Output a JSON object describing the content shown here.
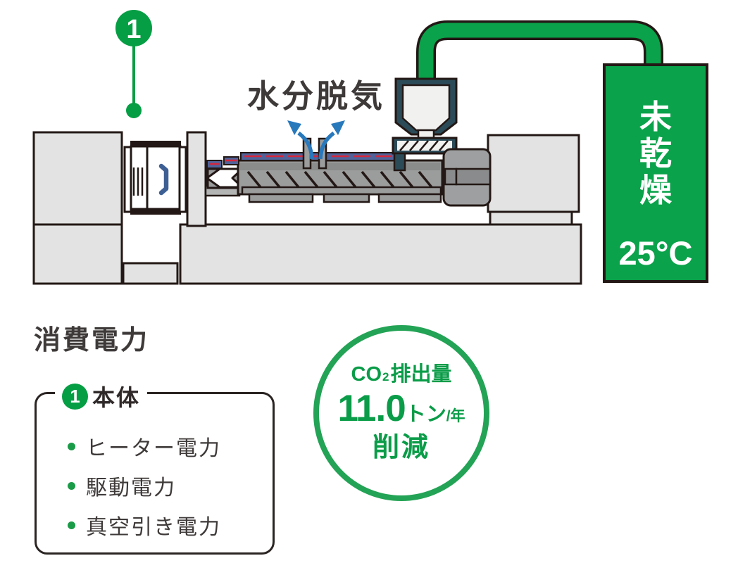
{
  "colors": {
    "green": "#069e44",
    "machine_light_gray": "#e2e3e2",
    "machine_mid_gray": "#9b9c9c",
    "outline_dark": "#231815",
    "heater_blue": "#51639a",
    "arrow_blue": "#2878bc",
    "hopper_teal": "#2c4b58",
    "heater_red": "#d7263d",
    "text_dark": "#3e3a39"
  },
  "callout": {
    "number": "1"
  },
  "diagram": {
    "degas_label": "水分脱気"
  },
  "dryer": {
    "chars": [
      "未",
      "乾",
      "燥"
    ],
    "temp": "25°C"
  },
  "power": {
    "heading": "消費電力",
    "unit_number": "1",
    "unit_label": "本体",
    "items": [
      "ヒーター電力",
      "駆動電力",
      "真空引き電力"
    ]
  },
  "co2": {
    "gas": "CO",
    "gas_sub": "2",
    "suffix": "排出量",
    "value": "11.0",
    "unit": "トン",
    "per": "/年",
    "action": "削減"
  }
}
